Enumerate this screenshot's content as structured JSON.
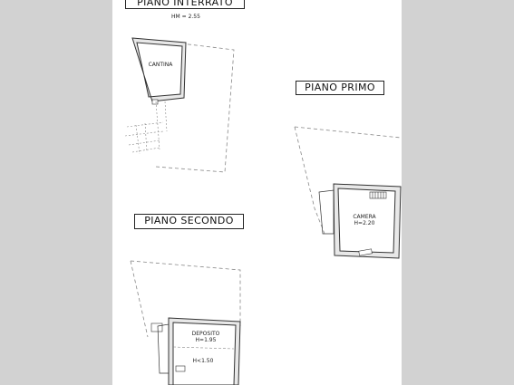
{
  "floors": {
    "interrato": {
      "title": "PIANO INTERRATO",
      "height_note": "HM = 2.55",
      "room": "CANTINA"
    },
    "primo": {
      "title": "PIANO PRIMO",
      "room": "CAMERA",
      "height": "H=2.20"
    },
    "secondo": {
      "title": "PIANO SECONDO",
      "room": "DEPOSITO",
      "height": "H=1.95",
      "height_low": "H<1.50"
    }
  },
  "colors": {
    "background": "#d2d2d2",
    "sheet": "#ffffff",
    "wall": "#333333",
    "dashed": "#888888"
  }
}
